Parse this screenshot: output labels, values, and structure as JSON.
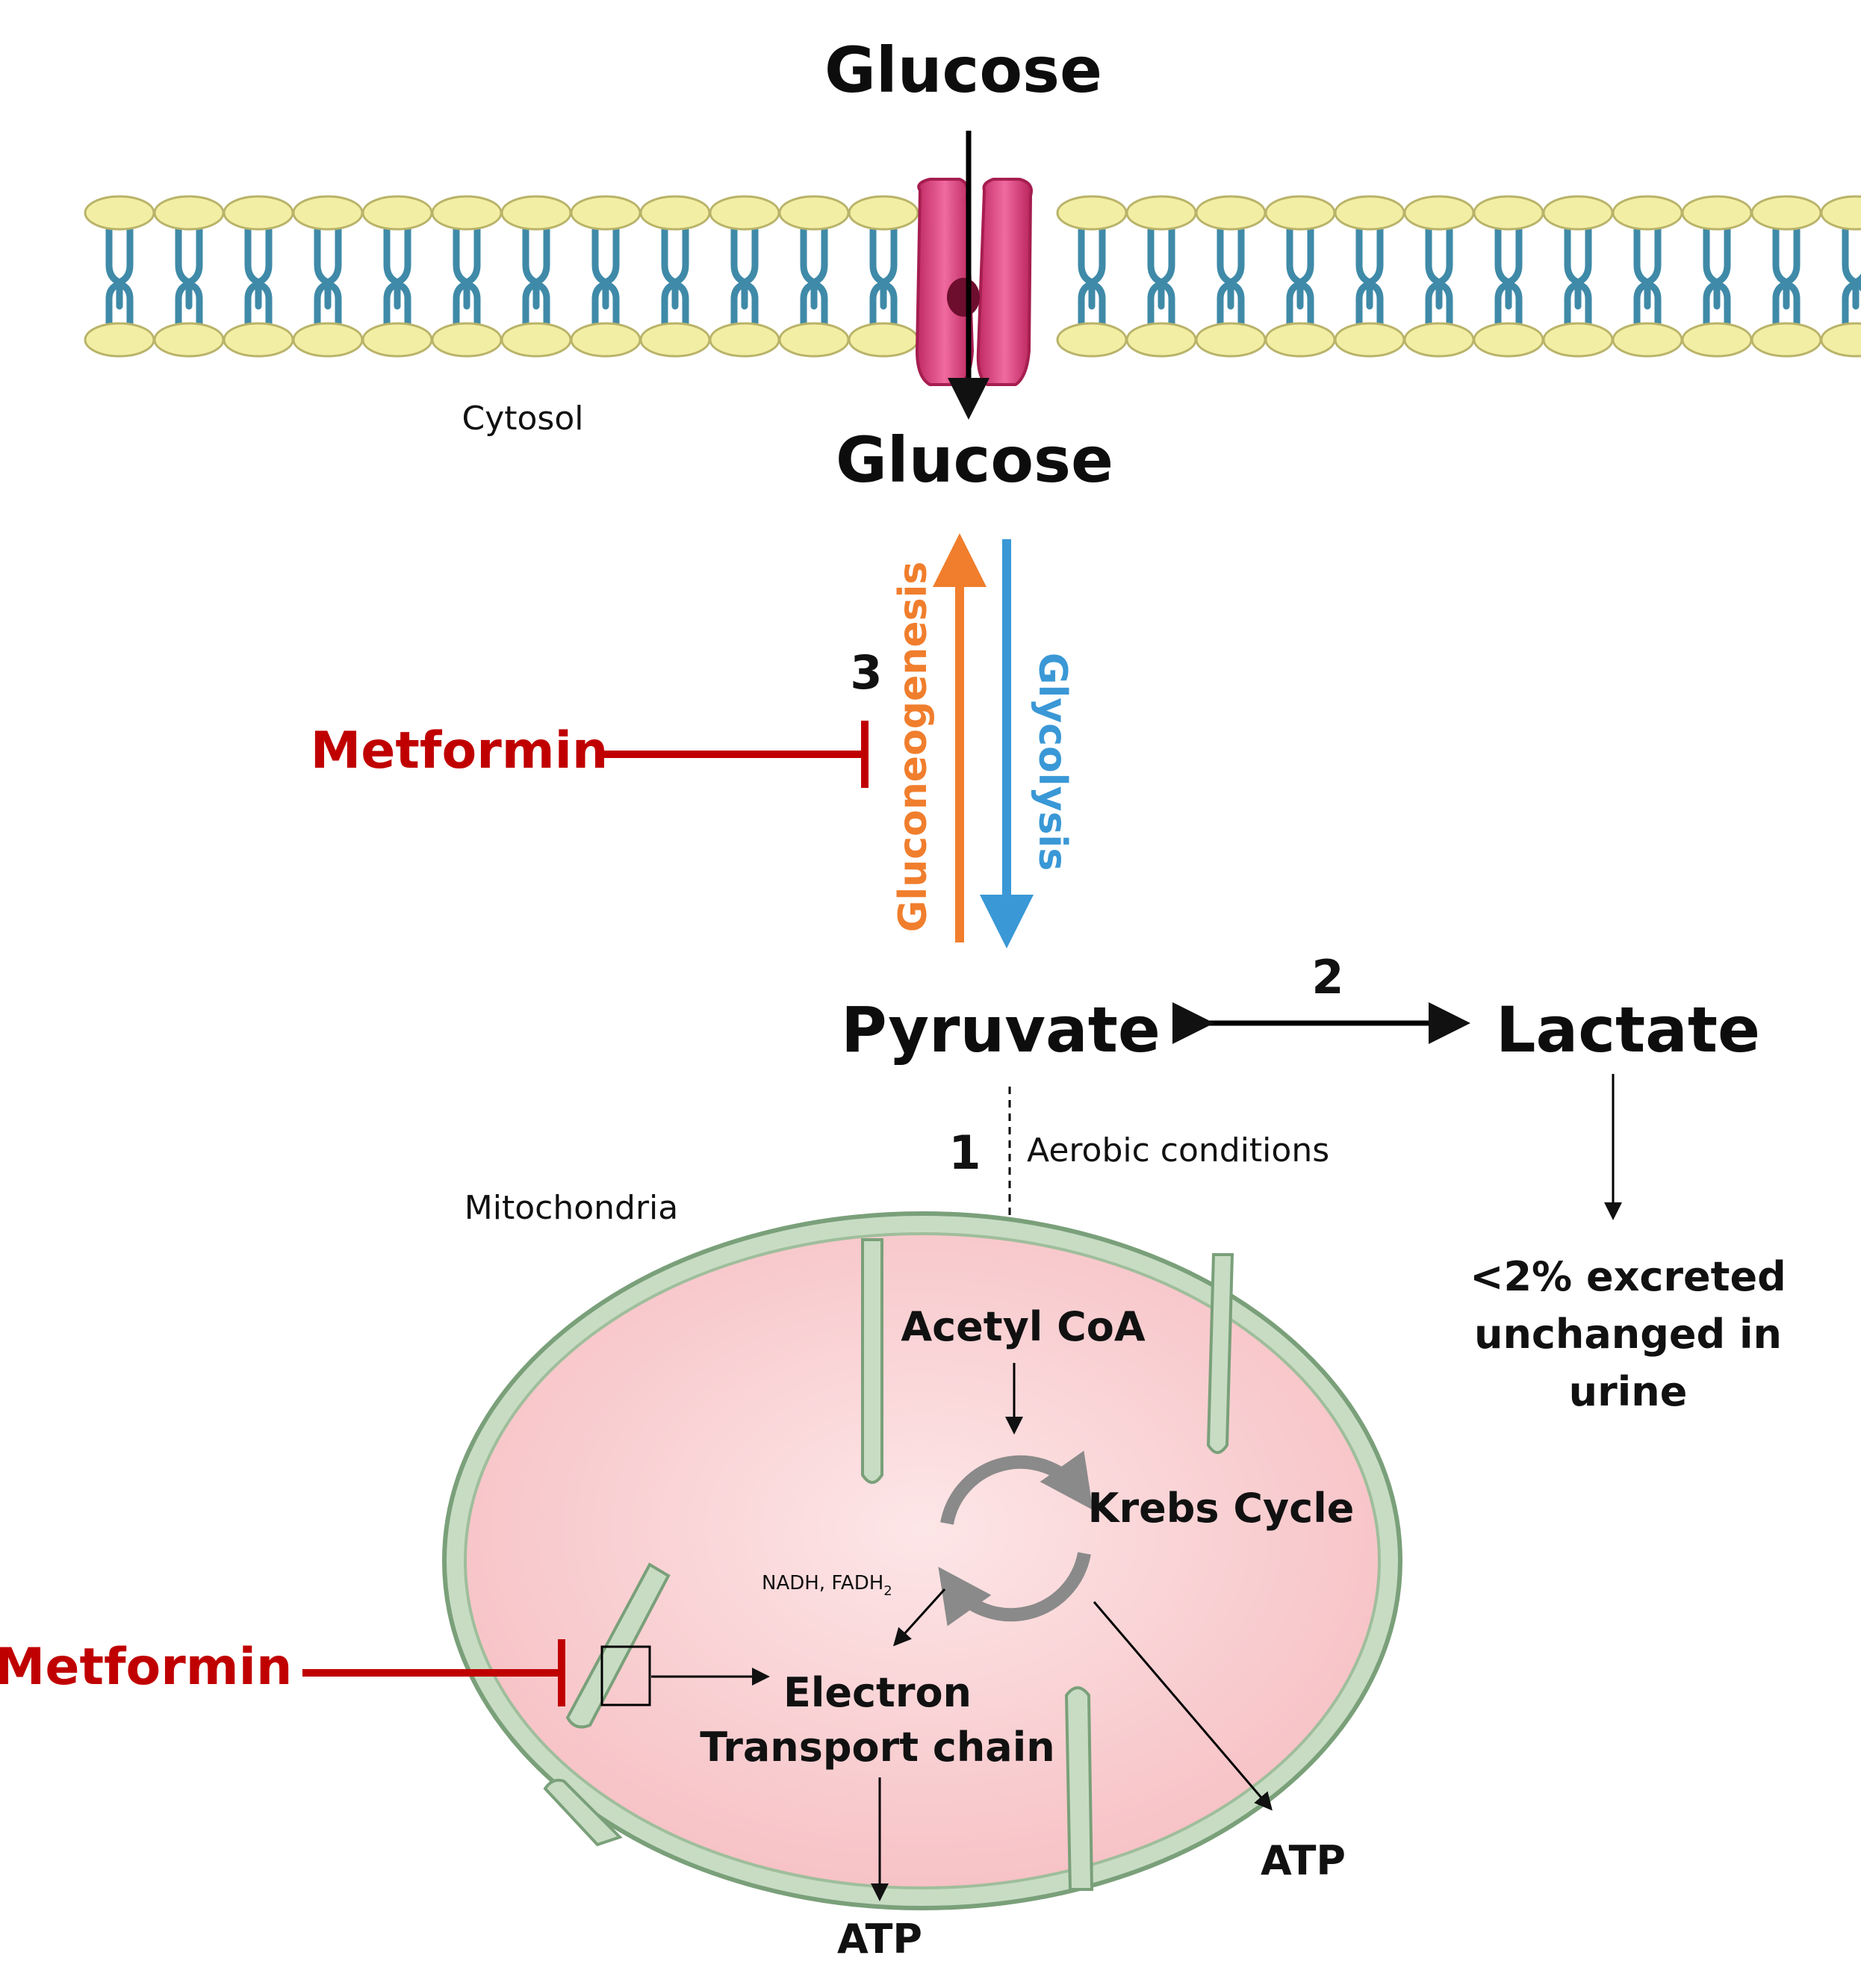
{
  "labels": {
    "glucose_outside": "Glucose",
    "glucose_inside": "Glucose",
    "cytosol": "Cytosol",
    "gluconeogenesis": "Gluconeogenesis",
    "glycolysis": "Glycolysis",
    "step3": "3",
    "metformin_top": "Metformin",
    "pyruvate": "Pyruvate",
    "step2": "2",
    "lactate": "Lactate",
    "step1": "1",
    "aerobic": "Aerobic conditions",
    "mitochondria": "Mitochondria",
    "acetyl_coa": "Acetyl CoA",
    "krebs": "Krebs Cycle",
    "nadh": "NADH, FADH",
    "nadh_sub": "2",
    "metformin_bottom": "Metformin",
    "etc_line1": "Electron",
    "etc_line2": "Transport chain",
    "atp_left": "ATP",
    "atp_right": "ATP",
    "excreted_line1": "<2% excreted",
    "excreted_line2": "unchanged in",
    "excreted_line3": "urine"
  },
  "colors": {
    "inhibitor": "#c00000",
    "gluconeogenesis": "#f07e2d",
    "glycolysis": "#3a98d6",
    "transporter": "#e0457e",
    "lipid_head": "#f2eea3",
    "lipid_tail": "#3f8aa8",
    "mito_outer": "#c8dcc4",
    "mito_inner": "#f7c9cc"
  }
}
